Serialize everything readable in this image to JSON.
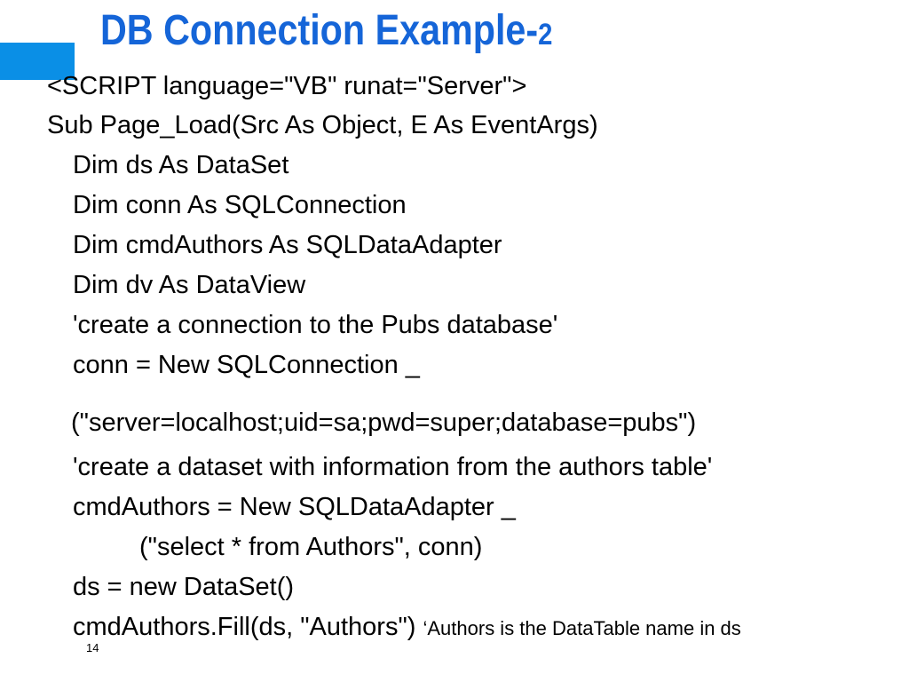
{
  "slide": {
    "title_main": "DB Connection Example-",
    "title_suffix": "2",
    "number": "14",
    "accent_color": "#0a8fe6",
    "title_color": "#1565d8"
  },
  "code": {
    "line1": "<SCRIPT language=\"VB\" runat=\"Server\">",
    "line2": "Sub Page_Load(Src As Object, E As EventArgs)",
    "line3": "Dim ds As DataSet",
    "line4": "Dim conn As SQLConnection",
    "line5": "Dim cmdAuthors As SQLDataAdapter",
    "line6": "Dim dv As DataView",
    "line7": "'create a connection to the Pubs database'",
    "line8": "conn = New SQLConnection _",
    "line9": "(\"server=localhost;uid=sa;pwd=super;database=pubs\")",
    "line10": "'create a dataset with information from the authors table'",
    "line11": "cmdAuthors = New SQLDataAdapter _",
    "line12": "(\"select * from Authors\", conn)",
    "line13": "ds = new DataSet()",
    "line14": "cmdAuthors.Fill(ds, \"Authors\")",
    "line14_comment": "‘Authors is the DataTable name in ds"
  }
}
